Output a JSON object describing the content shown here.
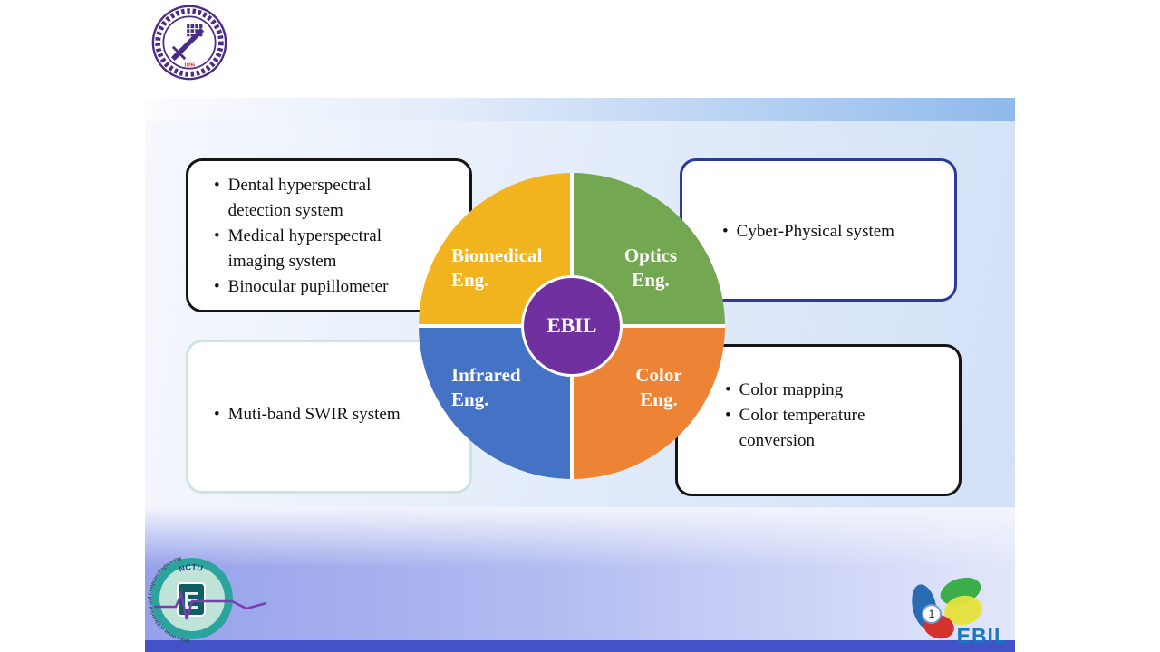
{
  "slide": {
    "page_number": "1"
  },
  "hub": {
    "center_label": "EBIL",
    "quadrants": {
      "biomedical": {
        "label": "Biomedical Eng."
      },
      "optics": {
        "label": "Optics Eng."
      },
      "infrared": {
        "label": "Infrared Eng."
      },
      "color": {
        "label": "Color Eng."
      }
    }
  },
  "boxes": {
    "biomedical": {
      "items": [
        "Dental hyperspectral detection system",
        "Medical hyperspectral imaging system",
        "Binocular pupillometer"
      ]
    },
    "optics": {
      "items": [
        "Cyber-Physical system"
      ]
    },
    "infrared": {
      "items": [
        "Muti-band SWIR system"
      ]
    },
    "color": {
      "items": [
        "Color mapping",
        "Color temperature conversion"
      ]
    }
  },
  "logos": {
    "seal": {
      "year": "1896"
    },
    "ece": {
      "university": "NCTU",
      "letter": "E",
      "department_arc": "Department of Electrical and Computer Engineering"
    },
    "ebil": {
      "label": "EBIL"
    }
  },
  "ui": {
    "bullet": "•"
  },
  "colors": {
    "quadrant_biomedical": "#F1B31E",
    "quadrant_optics": "#74A751",
    "quadrant_infrared": "#4472C4",
    "quadrant_color": "#EC8335",
    "hub_center": "#7030A0",
    "box_border_black": "#151515",
    "box_border_navy": "#2C3A99",
    "box_border_teal": "#CBE6E0",
    "bottom_bar": "#4452C8",
    "ebil_text": "#1877BE"
  }
}
